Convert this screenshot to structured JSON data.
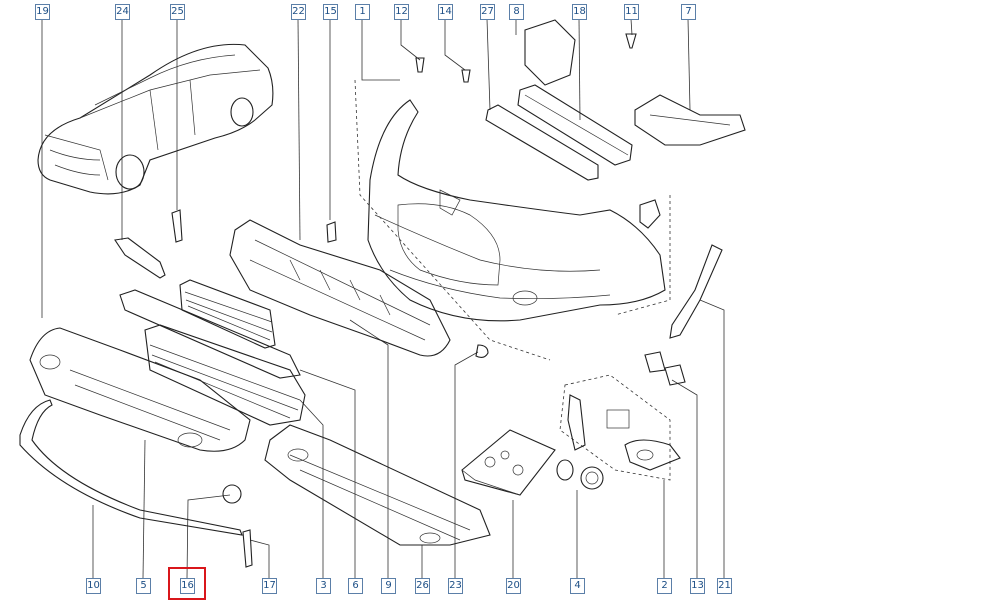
{
  "diagram": {
    "callouts_top": [
      "19",
      "24",
      "25",
      "22",
      "15",
      "1",
      "12",
      "14",
      "27",
      "8",
      "18",
      "11",
      "7"
    ],
    "callouts_bottom": [
      "10",
      "5",
      "16",
      "17",
      "3",
      "6",
      "9",
      "26",
      "23",
      "20",
      "4",
      "2",
      "13",
      "21"
    ],
    "highlighted_callout": "16",
    "highlight_color": "#d9161b",
    "callout_text_color": "#1d4f86",
    "callout_border_color": "#5b7fa8"
  }
}
